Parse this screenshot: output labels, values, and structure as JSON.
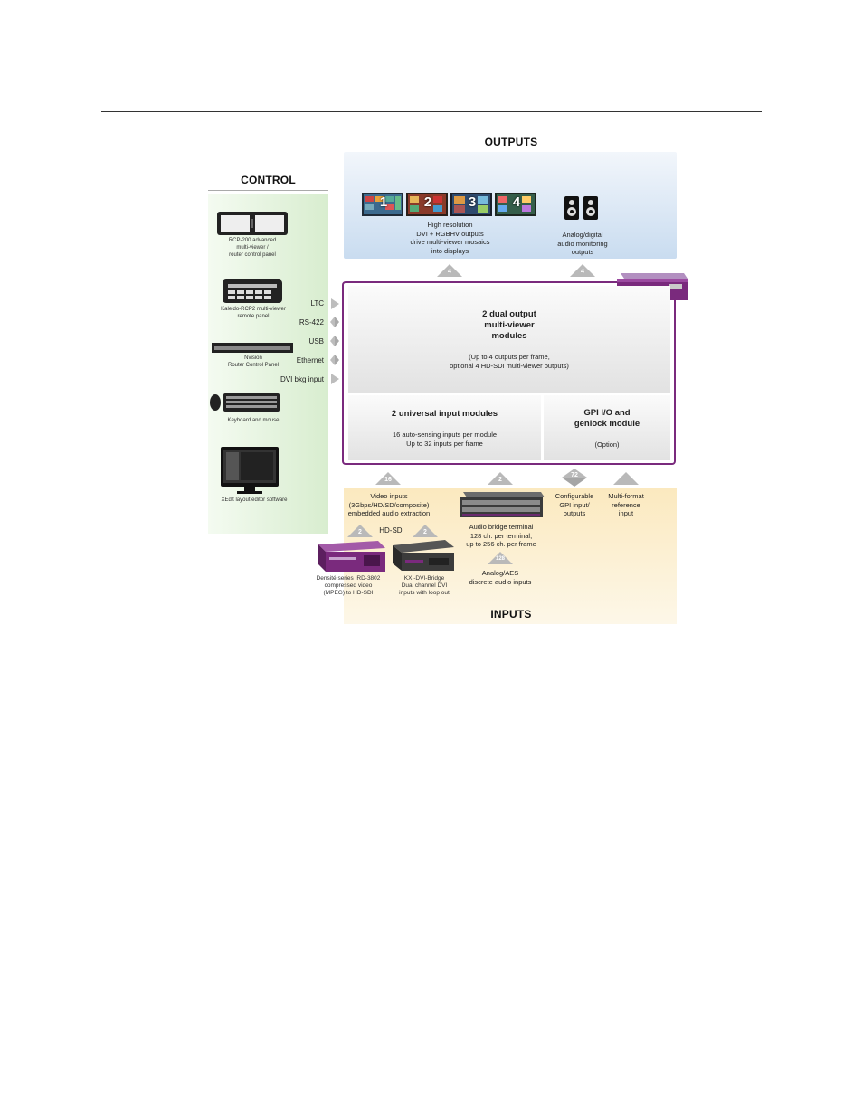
{
  "titles": {
    "outputs": "OUTPUTS",
    "control": "CONTROL",
    "inputs": "INPUTS"
  },
  "control": {
    "items": [
      {
        "label": "RCP-200 advanced\nmulti-viewer /\nrouter control panel"
      },
      {
        "label": "Kaleido-RCP2 multi-viewer\nremote panel"
      },
      {
        "label": "Nvision\nRouter Control Panel"
      },
      {
        "label": "Keyboard and mouse"
      },
      {
        "label": "XEdit layout editor software"
      }
    ],
    "connections": [
      "LTC",
      "RS-422",
      "USB",
      "Ethernet",
      "DVI bkg input"
    ]
  },
  "outputs": {
    "video": "High resolution\nDVI + RGBHV outputs\ndrive multi-viewer mosaics\ninto displays",
    "video_bold": "DVI + RGBHV outputs",
    "audio": "Analog/digital\naudio monitoring\noutputs",
    "display_numbers": [
      "1",
      "2",
      "3",
      "4"
    ],
    "arrow_counts": [
      "4",
      "4"
    ]
  },
  "modules": {
    "output_title": "2 dual output\nmulti-viewer\nmodules",
    "output_note": "(Up to 4 outputs per frame,\noptional 4 HD-SDI multi-viewer outputs)",
    "input_title": "2 universal input modules",
    "input_note": "16 auto-sensing inputs per module\nUp to 32 inputs per frame",
    "gpi_title": "GPI I/O and\ngenlock module",
    "gpi_note": "(Option)"
  },
  "inputs": {
    "arrow_counts": [
      "16",
      "2",
      "72",
      ""
    ],
    "video": "Video inputs\n(3Gbps/HD/SD/composite)\nembedded audio extraction",
    "audio_bridge": "Audio bridge terminal\n128 ch. per terminal,\nup to 256 ch. per frame",
    "gpi": "Configurable\nGPI input/\noutputs",
    "reference": "Multi-format\nreference\ninput",
    "hdsdi": "HD-SDI",
    "hdsdi_counts": [
      "2",
      "2"
    ],
    "aes_count": "128",
    "aes": "Analog/AES\ndiscrete audio inputs",
    "ird": "Densité series IRD-3802\ncompressed  video\n(MPEG) to HD-SDI",
    "kxi": "KXI-DVI-Bridge\nDual channel DVI\ninputs with loop out"
  },
  "colors": {
    "frame_border": "#7a2a7d",
    "control_bg": "#d8edcf",
    "outputs_bg": "#c9dcf0",
    "inputs_bg": "#fbe9bf",
    "arrow": "#b9b9b9"
  }
}
